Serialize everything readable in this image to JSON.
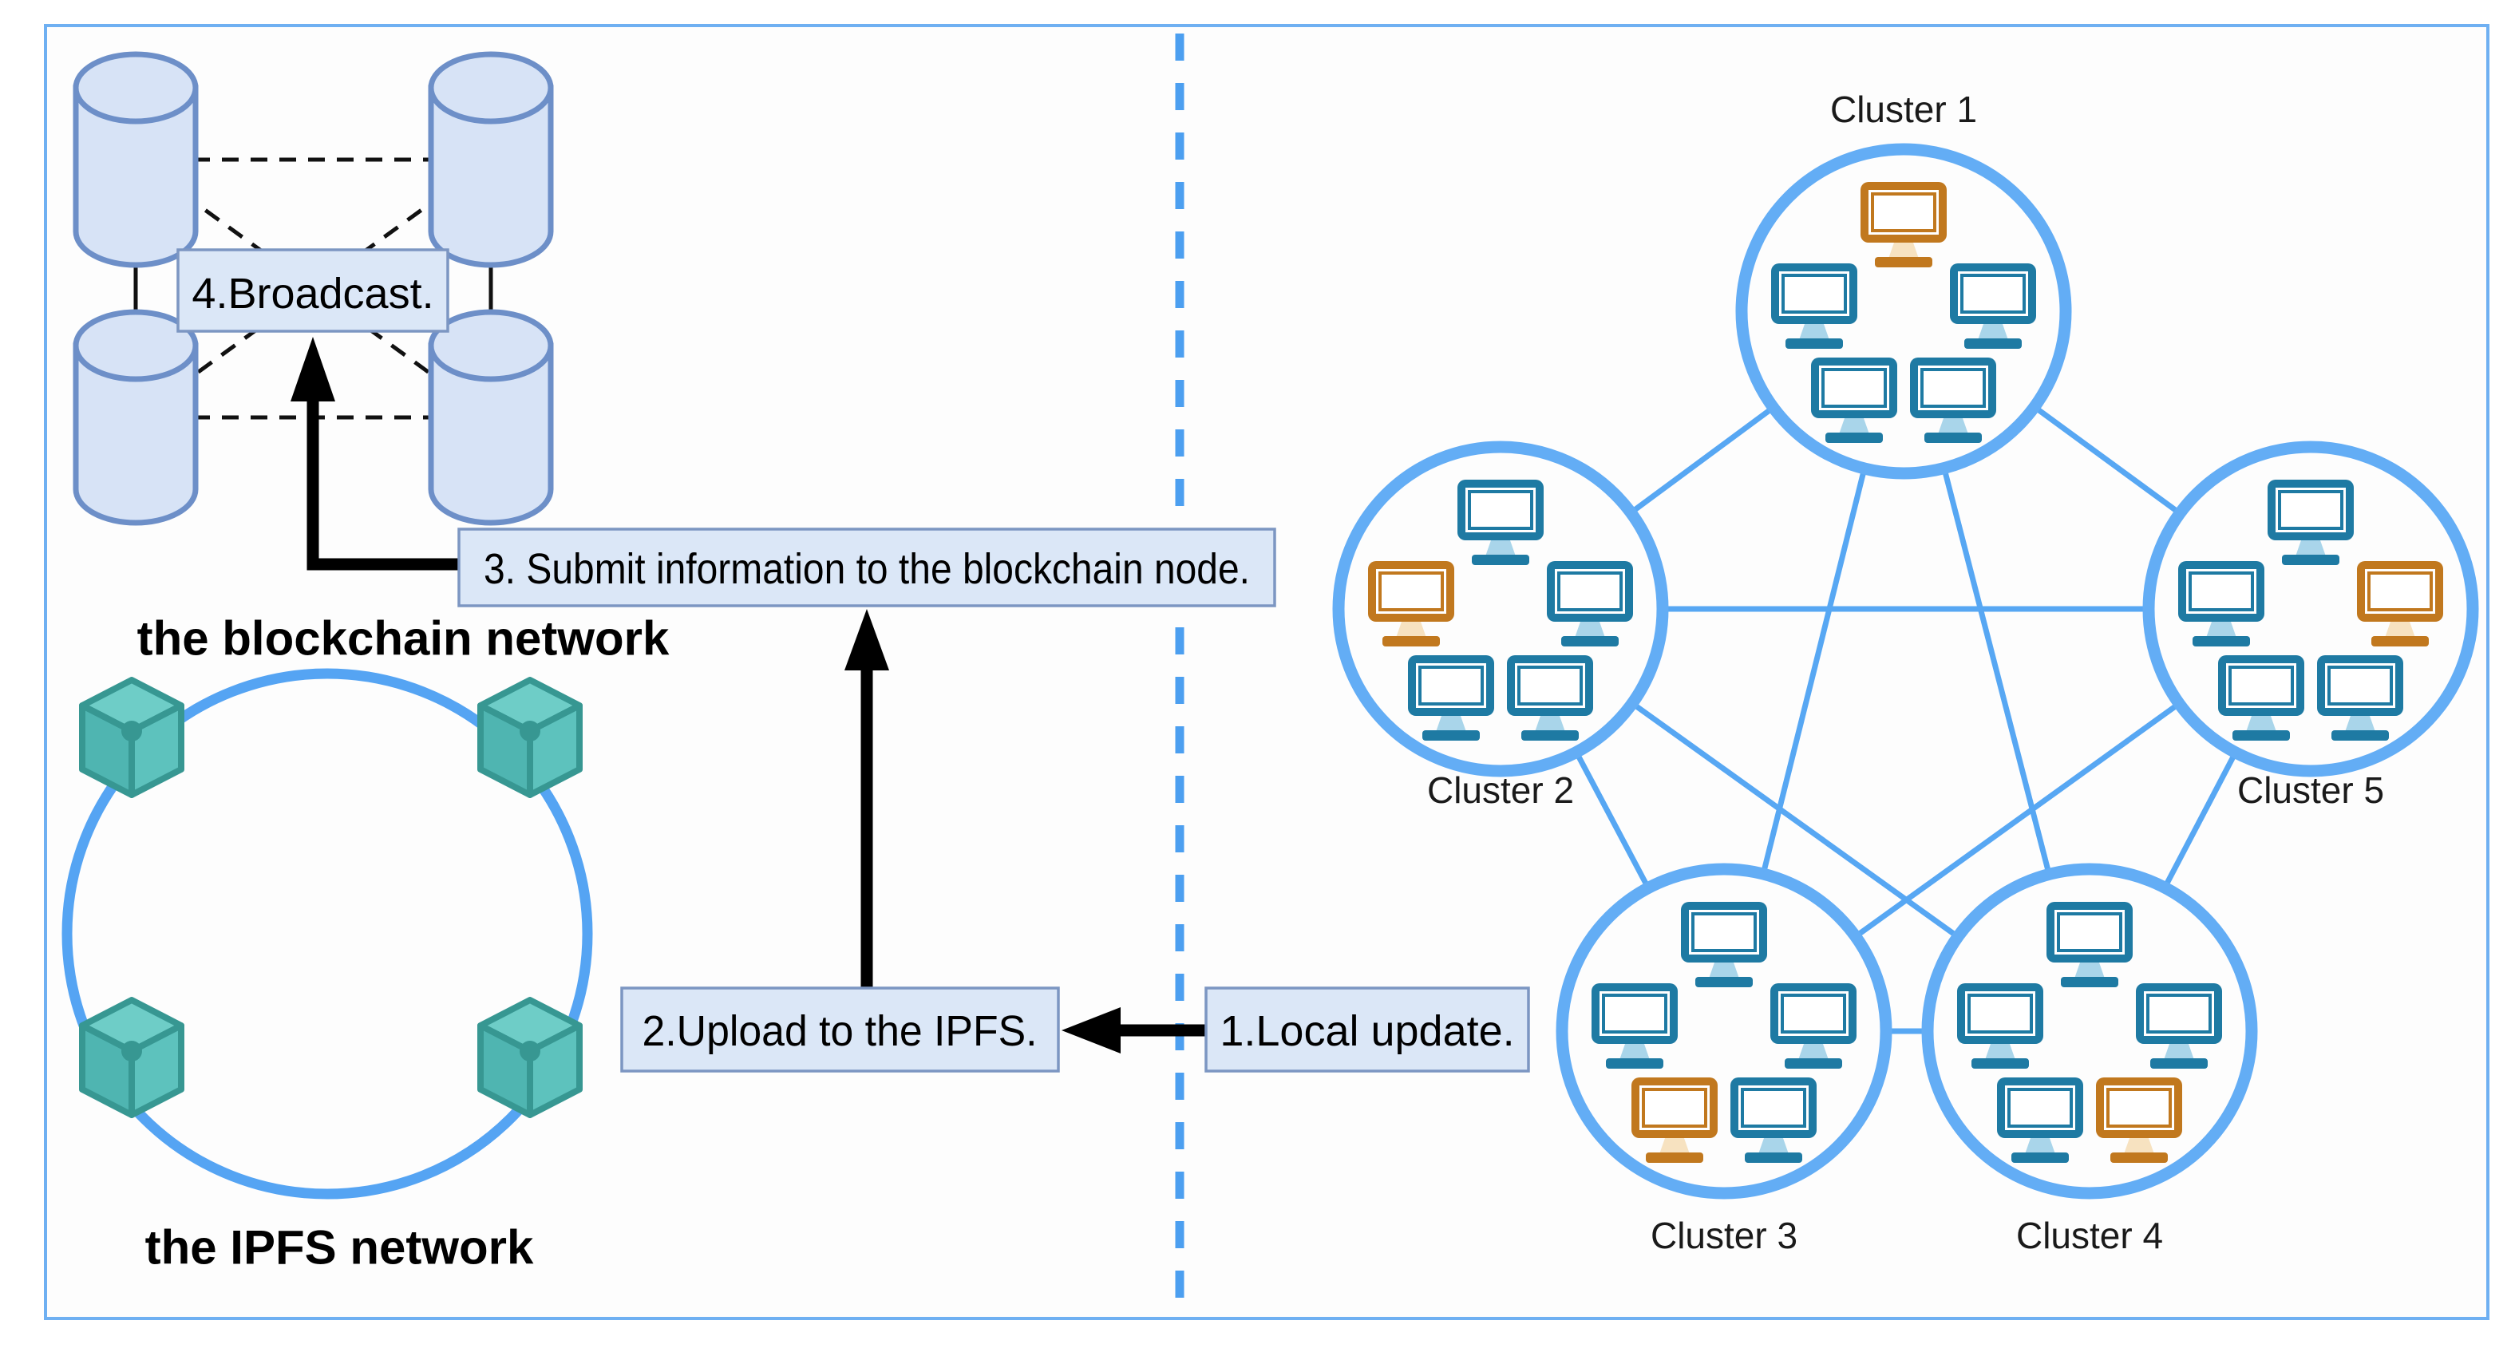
{
  "canvas": {
    "background": "#ffffff",
    "panel_background": "#fdfdfd",
    "border_color": "#6fb0f2",
    "divider_color": "#4c9ff0"
  },
  "left_panel": {
    "blockchain_network_label": "the blockchain network",
    "ipfs_network_label": "the IPFS network",
    "steps": {
      "local_update": "1.Local update.",
      "upload": "2.Upload to the IPFS.",
      "submit": "3. Submit information to the blockchain node.",
      "broadcast": "4.Broadcast."
    },
    "colors": {
      "cylinder_fill": "#d7e3f6",
      "cylinder_stroke": "#6d8fc8",
      "step_box_fill": "#dbe7f7",
      "step_box_stroke": "#7c96c2",
      "ipfs_circle_stroke": "#55a4f3",
      "cube_top": "#6ecdc7",
      "cube_left": "#4fb5b1",
      "cube_right": "#5dc2bd",
      "cube_edge": "#379792",
      "arrow_color": "#000000"
    }
  },
  "right_panel": {
    "colors": {
      "cluster_circle_stroke": "#63adf5",
      "link_line": "#57a7f3",
      "pc_blue_frame": "#1e7aa3",
      "pc_blue_stand": "#a9d5ea",
      "pc_orange_frame": "#c1781e",
      "pc_orange_stand": "#f7e2c0"
    },
    "clusters": [
      {
        "name": "Cluster 1",
        "nodes": [
          {
            "position": "top",
            "color": "orange"
          },
          {
            "position": "mid-left",
            "color": "blue"
          },
          {
            "position": "mid-right",
            "color": "blue"
          },
          {
            "position": "bottom-left",
            "color": "blue"
          },
          {
            "position": "bottom-right",
            "color": "blue"
          }
        ]
      },
      {
        "name": "Cluster 2",
        "nodes": [
          {
            "position": "top",
            "color": "blue"
          },
          {
            "position": "mid-left",
            "color": "orange"
          },
          {
            "position": "mid-right",
            "color": "blue"
          },
          {
            "position": "bottom-left",
            "color": "blue"
          },
          {
            "position": "bottom-right",
            "color": "blue"
          }
        ]
      },
      {
        "name": "Cluster 3",
        "nodes": [
          {
            "position": "top",
            "color": "blue"
          },
          {
            "position": "mid-left",
            "color": "blue"
          },
          {
            "position": "mid-right",
            "color": "blue"
          },
          {
            "position": "bottom-left",
            "color": "orange"
          },
          {
            "position": "bottom-right",
            "color": "blue"
          }
        ]
      },
      {
        "name": "Cluster 4",
        "nodes": [
          {
            "position": "top",
            "color": "blue"
          },
          {
            "position": "mid-left",
            "color": "blue"
          },
          {
            "position": "mid-right",
            "color": "blue"
          },
          {
            "position": "bottom-left",
            "color": "blue"
          },
          {
            "position": "bottom-right",
            "color": "orange"
          }
        ]
      },
      {
        "name": "Cluster 5",
        "nodes": [
          {
            "position": "top",
            "color": "blue"
          },
          {
            "position": "mid-left",
            "color": "blue"
          },
          {
            "position": "mid-right",
            "color": "orange"
          },
          {
            "position": "bottom-left",
            "color": "blue"
          },
          {
            "position": "bottom-right",
            "color": "blue"
          }
        ]
      }
    ]
  }
}
